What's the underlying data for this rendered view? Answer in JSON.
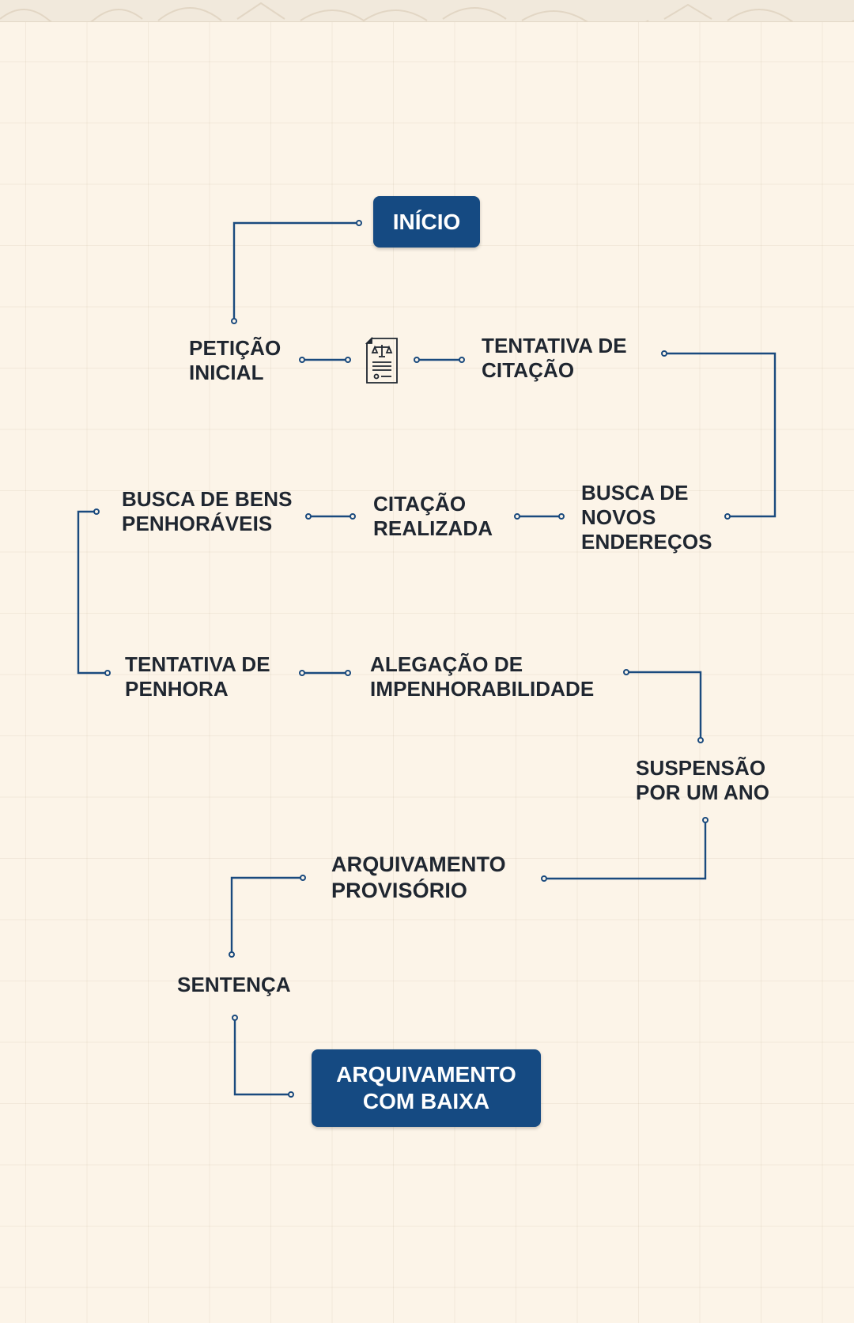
{
  "diagram": {
    "start": {
      "label": "INÍCIO"
    },
    "end": {
      "label": "ARQUIVAMENTO\nCOM BAIXA"
    },
    "icon": "legal-document-scales-icon",
    "steps": [
      {
        "id": "peticao",
        "label": "PETIÇÃO\nINICIAL"
      },
      {
        "id": "tentativa-citacao",
        "label": "TENTATIVA DE\nCITAÇÃO"
      },
      {
        "id": "busca-enderecos",
        "label": "BUSCA DE\nNOVOS\nENDEREÇOS"
      },
      {
        "id": "citacao-realizada",
        "label": "CITAÇÃO\nREALIZADA"
      },
      {
        "id": "busca-bens",
        "label": "BUSCA DE BENS\nPENHORÁVEIS"
      },
      {
        "id": "tentativa-penhora",
        "label": "TENTATIVA DE\nPENHORA"
      },
      {
        "id": "alegacao",
        "label": "ALEGAÇÃO DE\nIMPENHORABILIDADE"
      },
      {
        "id": "suspensao",
        "label": "SUSPENSÃO\nPOR UM ANO"
      },
      {
        "id": "arquivamento-provisorio",
        "label": "ARQUIVAMENTO\nPROVISÓRIO"
      },
      {
        "id": "sentenca",
        "label": "SENTENÇA"
      }
    ]
  },
  "colors": {
    "background": "#fcf4e8",
    "accent": "#154a82",
    "connector": "#1a4a7e",
    "text": "#1f2630"
  }
}
